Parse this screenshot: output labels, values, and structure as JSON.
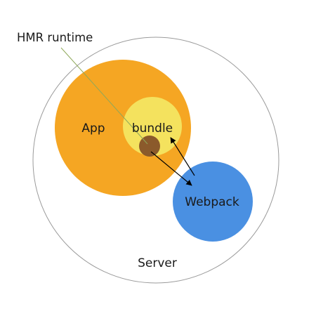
{
  "labels": {
    "hmr_runtime": "HMR runtime",
    "app": "App",
    "bundle": "bundle",
    "webpack": "Webpack",
    "server": "Server"
  },
  "colors": {
    "server_stroke": "#9a9a9a",
    "app_fill": "#f5a623",
    "bundle_fill": "#f4e25e",
    "runtime_fill": "#8b5a2b",
    "webpack_fill": "#4a90e2",
    "pointer_line": "#8fa85a",
    "arrow": "#000000"
  }
}
